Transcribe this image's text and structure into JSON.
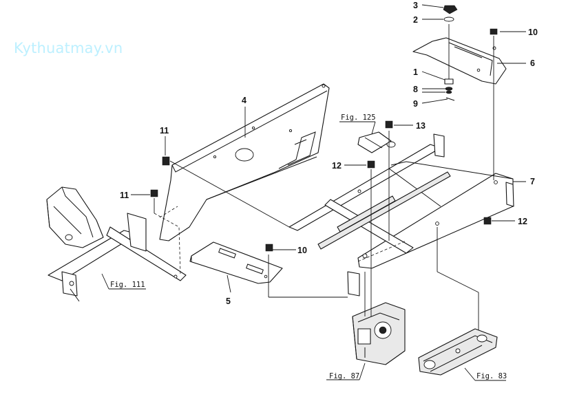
{
  "watermark": "Kythuatmay.vn",
  "callouts": {
    "c1": "1",
    "c2": "2",
    "c3": "3",
    "c4": "4",
    "c5": "5",
    "c6": "6",
    "c7": "7",
    "c8": "8",
    "c9": "9",
    "c10a": "10",
    "c10b": "10",
    "c11a": "11",
    "c11b": "11",
    "c12a": "12",
    "c12b": "12",
    "c13": "13"
  },
  "figure_refs": {
    "f111": "Fig. 111",
    "f125": "Fig. 125",
    "f87": "Fig. 87",
    "f83": "Fig. 83"
  },
  "colors": {
    "line": "#111111",
    "watermark": "#bdf0ff",
    "background": "#ffffff"
  }
}
